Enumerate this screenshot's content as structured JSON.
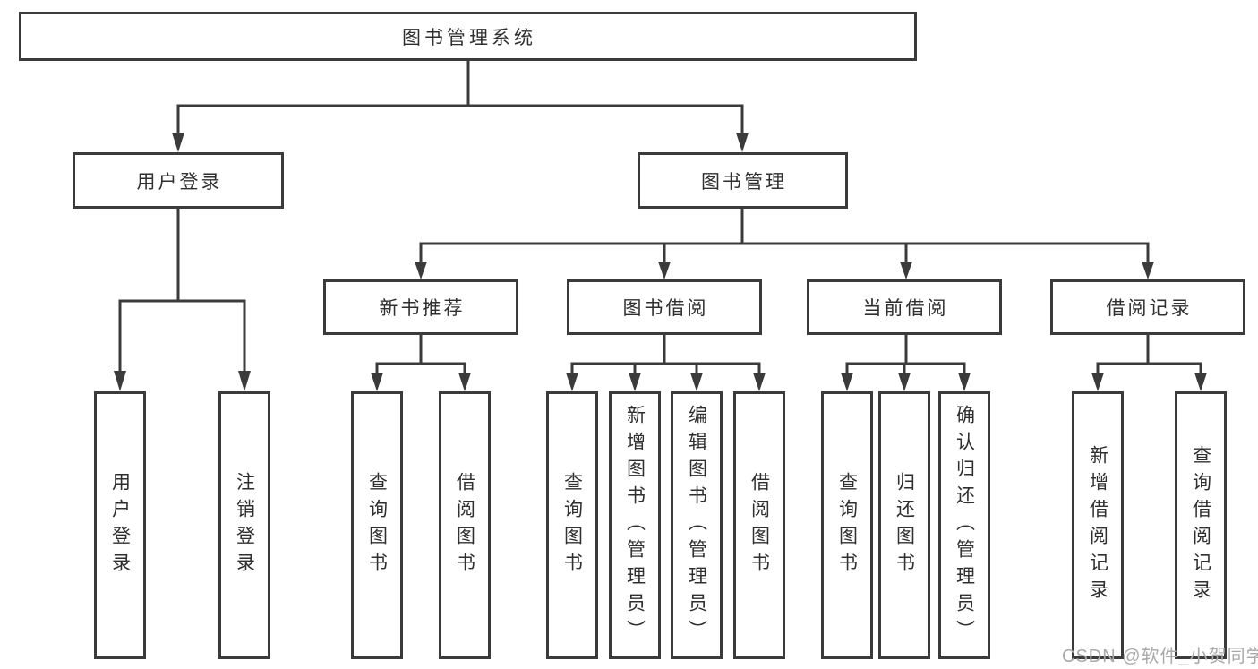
{
  "tree": {
    "root": {
      "label": "图书管理系统"
    },
    "branches": [
      {
        "label": "用户登录",
        "children": [
          {
            "label": "用户登录"
          },
          {
            "label": "注销登录"
          }
        ]
      },
      {
        "label": "图书管理",
        "children": [
          {
            "label": "新书推荐",
            "children": [
              {
                "label": "查询图书"
              },
              {
                "label": "借阅图书"
              }
            ]
          },
          {
            "label": "图书借阅",
            "children": [
              {
                "label": "查询图书"
              },
              {
                "label": "新增图书（管理员）"
              },
              {
                "label": "编辑图书（管理员）"
              },
              {
                "label": "借阅图书"
              }
            ]
          },
          {
            "label": "当前借阅",
            "children": [
              {
                "label": "查询图书"
              },
              {
                "label": "归还图书"
              },
              {
                "label": "确认归还（管理员）"
              }
            ]
          },
          {
            "label": "借阅记录",
            "children": [
              {
                "label": "新增借阅记录"
              },
              {
                "label": "查询借阅记录"
              }
            ]
          }
        ]
      }
    ]
  },
  "watermark": {
    "text": "CSDN @软件_小贺同学"
  },
  "colors": {
    "line": "#3b3b3b",
    "text": "#2f2f2f",
    "watermark": "#a9a9a9",
    "background": "#ffffff"
  }
}
